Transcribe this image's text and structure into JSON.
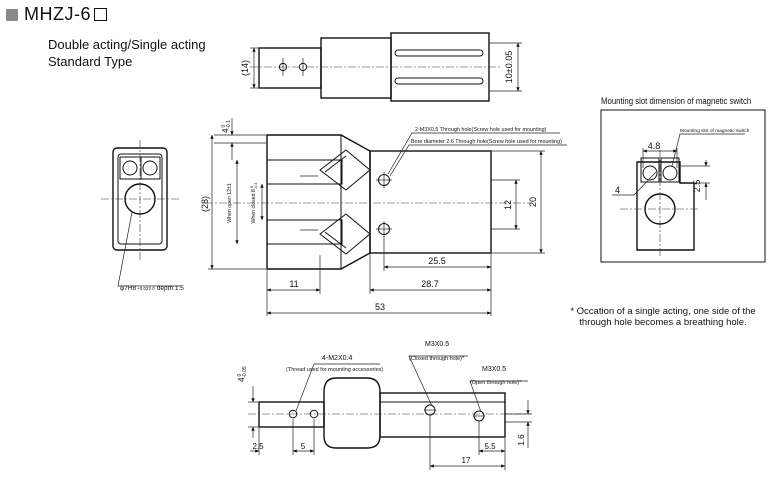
{
  "title": {
    "model": "MHZJ-6"
  },
  "subtitle": {
    "line1": "Double acting/Single acting",
    "line2": "Standard Type"
  },
  "top_view": {
    "dim_14": "(14)",
    "dim_10": "10±0.05"
  },
  "front_view": {
    "dim_4": "4",
    "tol_4_upper": "0",
    "tol_4_lower": "-0.1",
    "dim_28": "(28)",
    "when_open": "When open 12±1",
    "when_closed": "When closed 8",
    "tol_closed_upper": "0",
    "tol_closed_lower": "-0.4",
    "dim_12": "12",
    "dim_20": "20",
    "dim_25_5": "25.5",
    "dim_11": "11",
    "dim_28_7": "28.7",
    "dim_53": "53",
    "callout_1": "2-M3X0.5 Through hole(Screw hole used for mounting)",
    "callout_2": "Bore diameter 2.6 Through hole(Screw hole used for mounting)"
  },
  "side_view": {
    "bore_label": "φ7H8",
    "bore_tol": "+0.022 0",
    "bore_depth": "depth 1.5"
  },
  "mounting_slot": {
    "title": "Mounting slot dimension of magnetic switch",
    "inner_label": "Mounting slot of magnetic switch",
    "dim_4_8": "4.8",
    "dim_4": "4",
    "dim_2_5": "2.5"
  },
  "note": {
    "line1": "* Occation of a single acting, one side of the",
    "line2": "through hole becomes a breathing hole."
  },
  "bottom_view": {
    "dim_4": "4",
    "tol_4_upper": "0",
    "tol_4_lower": "-0.05",
    "thread_callout": "4-M2X0.4",
    "thread_note": "(Thread used for mounting accessories)",
    "m3_closed": "M3X0.5",
    "closed_note": "(Closed through hole)*",
    "m3_open": "M3X0.5",
    "open_note": "(Open through hole)*",
    "dim_2_5": "2.5",
    "dim_5": "5",
    "dim_5_5": "5.5",
    "dim_1_6": "1.6",
    "dim_17": "17"
  }
}
